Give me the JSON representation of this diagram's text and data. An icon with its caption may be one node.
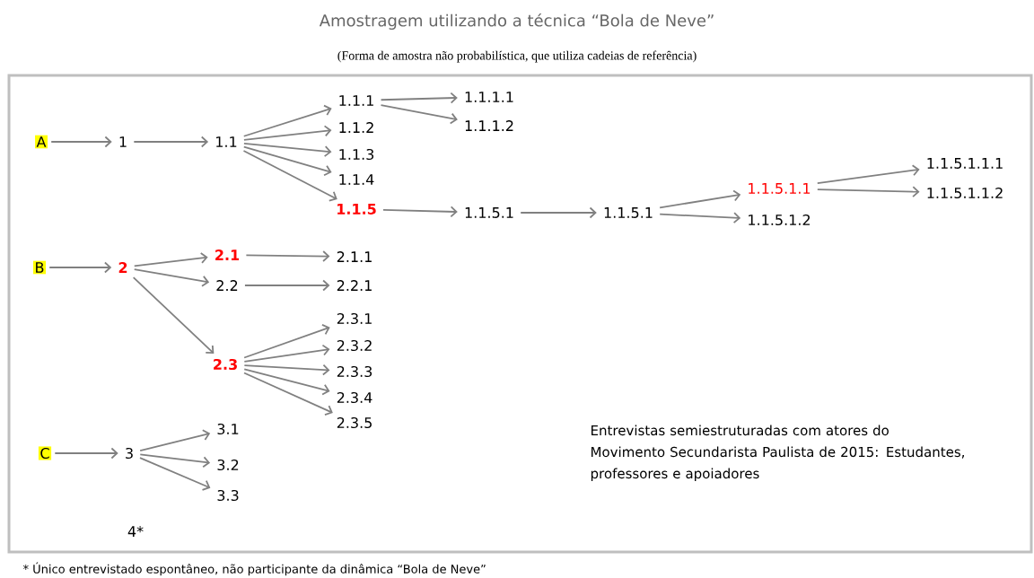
{
  "diagram": {
    "title": "Amostragem utilizando a técnica “Bola de Neve”",
    "caption": "* Único entrevistado espontâneo, não participante da dinâmica “Bola de Neve”",
    "nodes": [
      {
        "text": [
          "A"
        ]
      },
      {
        "text": [
          "1"
        ]
      },
      {
        "text": [
          "1.1"
        ]
      },
      {
        "text": [
          "1.1.1"
        ]
      },
      {
        "text": [
          "1.1.2"
        ]
      },
      {
        "text": [
          "1.1.3"
        ]
      },
      {
        "text": [
          "1.1.4"
        ]
      },
      {
        "text": [
          "1.1.5"
        ]
      },
      {
        "text": [
          "1.1.1.1"
        ]
      },
      {
        "text": [
          "1.1.1.2"
        ]
      },
      {
        "text": [
          "1.1.5.1"
        ]
      },
      {
        "text": [
          "1.1.5.1"
        ]
      },
      {
        "text": [
          "1.1.5.1.1"
        ]
      },
      {
        "text": [
          "1.1.5.1.2"
        ]
      },
      {
        "text": [
          "1.1.5.1.1.1"
        ]
      },
      {
        "text": [
          "1.1.5.1.1.2"
        ]
      },
      {
        "text": [
          "B"
        ]
      },
      {
        "text": [
          "2"
        ]
      },
      {
        "text": [
          "2.1"
        ]
      },
      {
        "text": [
          "2.2"
        ]
      },
      {
        "text": [
          "2.1.1"
        ]
      },
      {
        "text": [
          "2.2.1"
        ]
      },
      {
        "text": [
          "2.3"
        ]
      },
      {
        "text": [
          "2.3.1"
        ]
      },
      {
        "text": [
          "2.3.2"
        ]
      },
      {
        "text": [
          "2.3.3"
        ]
      },
      {
        "text": [
          "2.3.4"
        ]
      },
      {
        "text": [
          "2.3.5"
        ]
      },
      {
        "text": [
          "C"
        ]
      },
      {
        "text": [
          "3"
        ]
      },
      {
        "text": [
          "3.1"
        ]
      },
      {
        "text": [
          "3.2"
        ]
      },
      {
        "text": [
          "3.3"
        ]
      },
      {
        "text": [
          "4*"
        ]
      }
    ],
    "edges": [
      {
        "from": 0,
        "to": 1,
        "arrow": "to"
      },
      {
        "from": 1,
        "to": 2,
        "arrow": "to"
      },
      {
        "from": 2,
        "to": 3,
        "arrow": "to"
      },
      {
        "from": 2,
        "to": 4,
        "arrow": "to"
      },
      {
        "from": 2,
        "to": 5,
        "arrow": "to"
      },
      {
        "from": 2,
        "to": 6,
        "arrow": "to"
      },
      {
        "from": 2,
        "to": 7,
        "arrow": "to"
      },
      {
        "from": 3,
        "to": 8,
        "arrow": "to"
      },
      {
        "from": 3,
        "to": 9,
        "arrow": "to"
      },
      {
        "from": 7,
        "to": 10,
        "arrow": "to"
      },
      {
        "from": 10,
        "to": 11,
        "arrow": "to"
      },
      {
        "from": 11,
        "to": 12,
        "arrow": "to"
      },
      {
        "from": 11,
        "to": 13,
        "arrow": "to"
      },
      {
        "from": 12,
        "to": 14,
        "arrow": "to"
      },
      {
        "from": 12,
        "to": 15,
        "arrow": "to"
      },
      {
        "from": 16,
        "to": 17,
        "arrow": "to"
      },
      {
        "from": 17,
        "to": 18,
        "arrow": "to"
      },
      {
        "from": 17,
        "to": 19,
        "arrow": "to"
      },
      {
        "from": 17,
        "to": 22,
        "arrow": "to"
      },
      {
        "from": 18,
        "to": 20,
        "arrow": "to"
      },
      {
        "from": 19,
        "to": 21,
        "arrow": "to"
      },
      {
        "from": 22,
        "to": 23,
        "arrow": "to"
      },
      {
        "from": 22,
        "to": 24,
        "arrow": "to"
      },
      {
        "from": 22,
        "to": 25,
        "arrow": "to"
      },
      {
        "from": 22,
        "to": 26,
        "arrow": "to"
      },
      {
        "from": 22,
        "to": 27,
        "arrow": "to"
      },
      {
        "from": 28,
        "to": 29,
        "arrow": "to"
      },
      {
        "from": 29,
        "to": 30,
        "arrow": "to"
      },
      {
        "from": 29,
        "to": 31,
        "arrow": "to"
      },
      {
        "from": 29,
        "to": 32,
        "arrow": "to"
      }
    ],
    "labels": [
      "(Forma de amostra não probabilística, que utiliza cadeias de referência)",
      "Entrevistas semiestruturadas com atores do Movimento Secundarista Paulista de 2015: Estudantes, professores e apoiadores"
    ]
  }
}
